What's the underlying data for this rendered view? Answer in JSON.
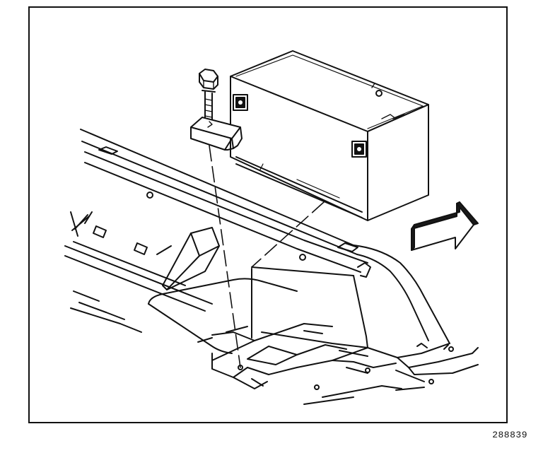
{
  "figure": {
    "figure_id": "288839"
  },
  "parts": [
    {
      "name": "battery"
    },
    {
      "name": "hold-down-bolt"
    },
    {
      "name": "hold-down-clamp"
    },
    {
      "name": "battery-tray"
    },
    {
      "name": "direction-arrow"
    }
  ],
  "colors": {
    "line": "#111111",
    "paper": "#ffffff",
    "arrow_fill": "#1a1a1a"
  }
}
